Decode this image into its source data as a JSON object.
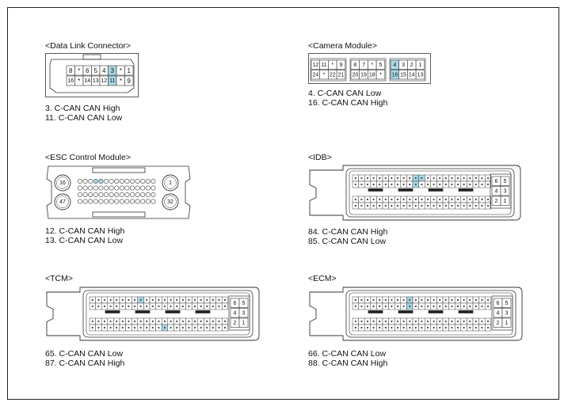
{
  "connectors": [
    {
      "id": "dlc",
      "title": "<Data Link Connector>",
      "pins": [
        "3. C-CAN CAN High",
        "11. C-CAN CAN Low"
      ],
      "row1": [
        "8",
        "*",
        "6",
        "5",
        "4",
        "3",
        "*",
        "1"
      ],
      "row2": [
        "16",
        "*",
        "14",
        "13",
        "12",
        "11",
        "*",
        "9"
      ],
      "highlight": [
        "3",
        "11"
      ]
    },
    {
      "id": "camera",
      "title": "<Camera Module>",
      "pins": [
        "4. C-CAN CAN Low",
        "16. C-CAN CAN High"
      ],
      "group1_row1": [
        "12",
        "11",
        "*",
        "9"
      ],
      "group1_row2": [
        "24",
        "*",
        "22",
        "21"
      ],
      "group2_row1": [
        "8",
        "7",
        "*",
        "5"
      ],
      "group2_row2": [
        "20",
        "19",
        "18",
        "*"
      ],
      "group3_row1": [
        "4",
        "3",
        "2",
        "1"
      ],
      "group3_row2": [
        "16",
        "15",
        "14",
        "13"
      ],
      "highlight": [
        "4",
        "16"
      ]
    },
    {
      "id": "esc",
      "title": "<ESC Control Module>",
      "pins": [
        "12. C-CAN CAN High",
        "13. C-CAN CAN Low"
      ],
      "corner_labels": [
        "16",
        "1",
        "47",
        "32"
      ]
    },
    {
      "id": "idb",
      "title": "<IDB>",
      "pins": [
        "84. C-CAN CAN High",
        "85. C-CAN CAN Low"
      ],
      "side_pins": [
        [
          "6",
          "5"
        ],
        [
          "4",
          "3"
        ],
        [
          "2",
          "1"
        ]
      ]
    },
    {
      "id": "tcm",
      "title": "<TCM>",
      "pins": [
        "65. C-CAN CAN Low",
        "87. C-CAN CAN High"
      ],
      "side_pins": [
        [
          "6",
          "5"
        ],
        [
          "4",
          "3"
        ],
        [
          "2",
          "1"
        ]
      ]
    },
    {
      "id": "ecm",
      "title": "<ECM>",
      "pins": [
        "66. C-CAN CAN Low",
        "88. C-CAN CAN High"
      ],
      "side_pins": [
        [
          "6",
          "5"
        ],
        [
          "4",
          "3"
        ],
        [
          "2",
          "1"
        ]
      ]
    }
  ],
  "colors": {
    "highlight": "#a9d8e6",
    "line": "#333333",
    "background": "#ffffff"
  }
}
